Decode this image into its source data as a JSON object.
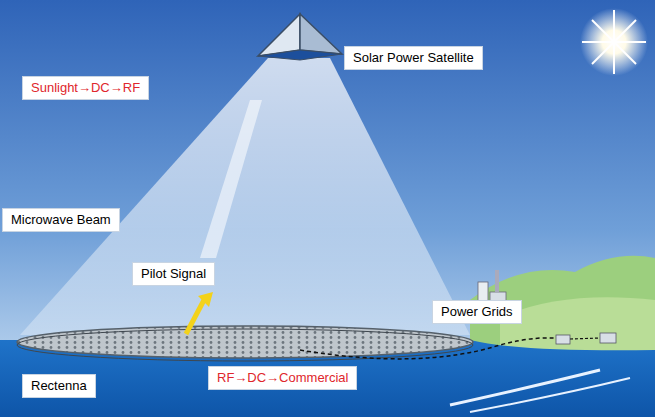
{
  "diagram": {
    "nodes": [
      {
        "text": [
          "Solar Power Satellite"
        ]
      },
      {
        "text": [
          "Sunlight→DC→RF"
        ]
      },
      {
        "text": [
          "Microwave Beam"
        ]
      },
      {
        "text": [
          "Pilot Signal"
        ]
      },
      {
        "text": [
          "Power Grids"
        ]
      },
      {
        "text": [
          "Rectenna"
        ]
      },
      {
        "text": [
          "RF→DC→Commercial"
        ]
      }
    ]
  }
}
